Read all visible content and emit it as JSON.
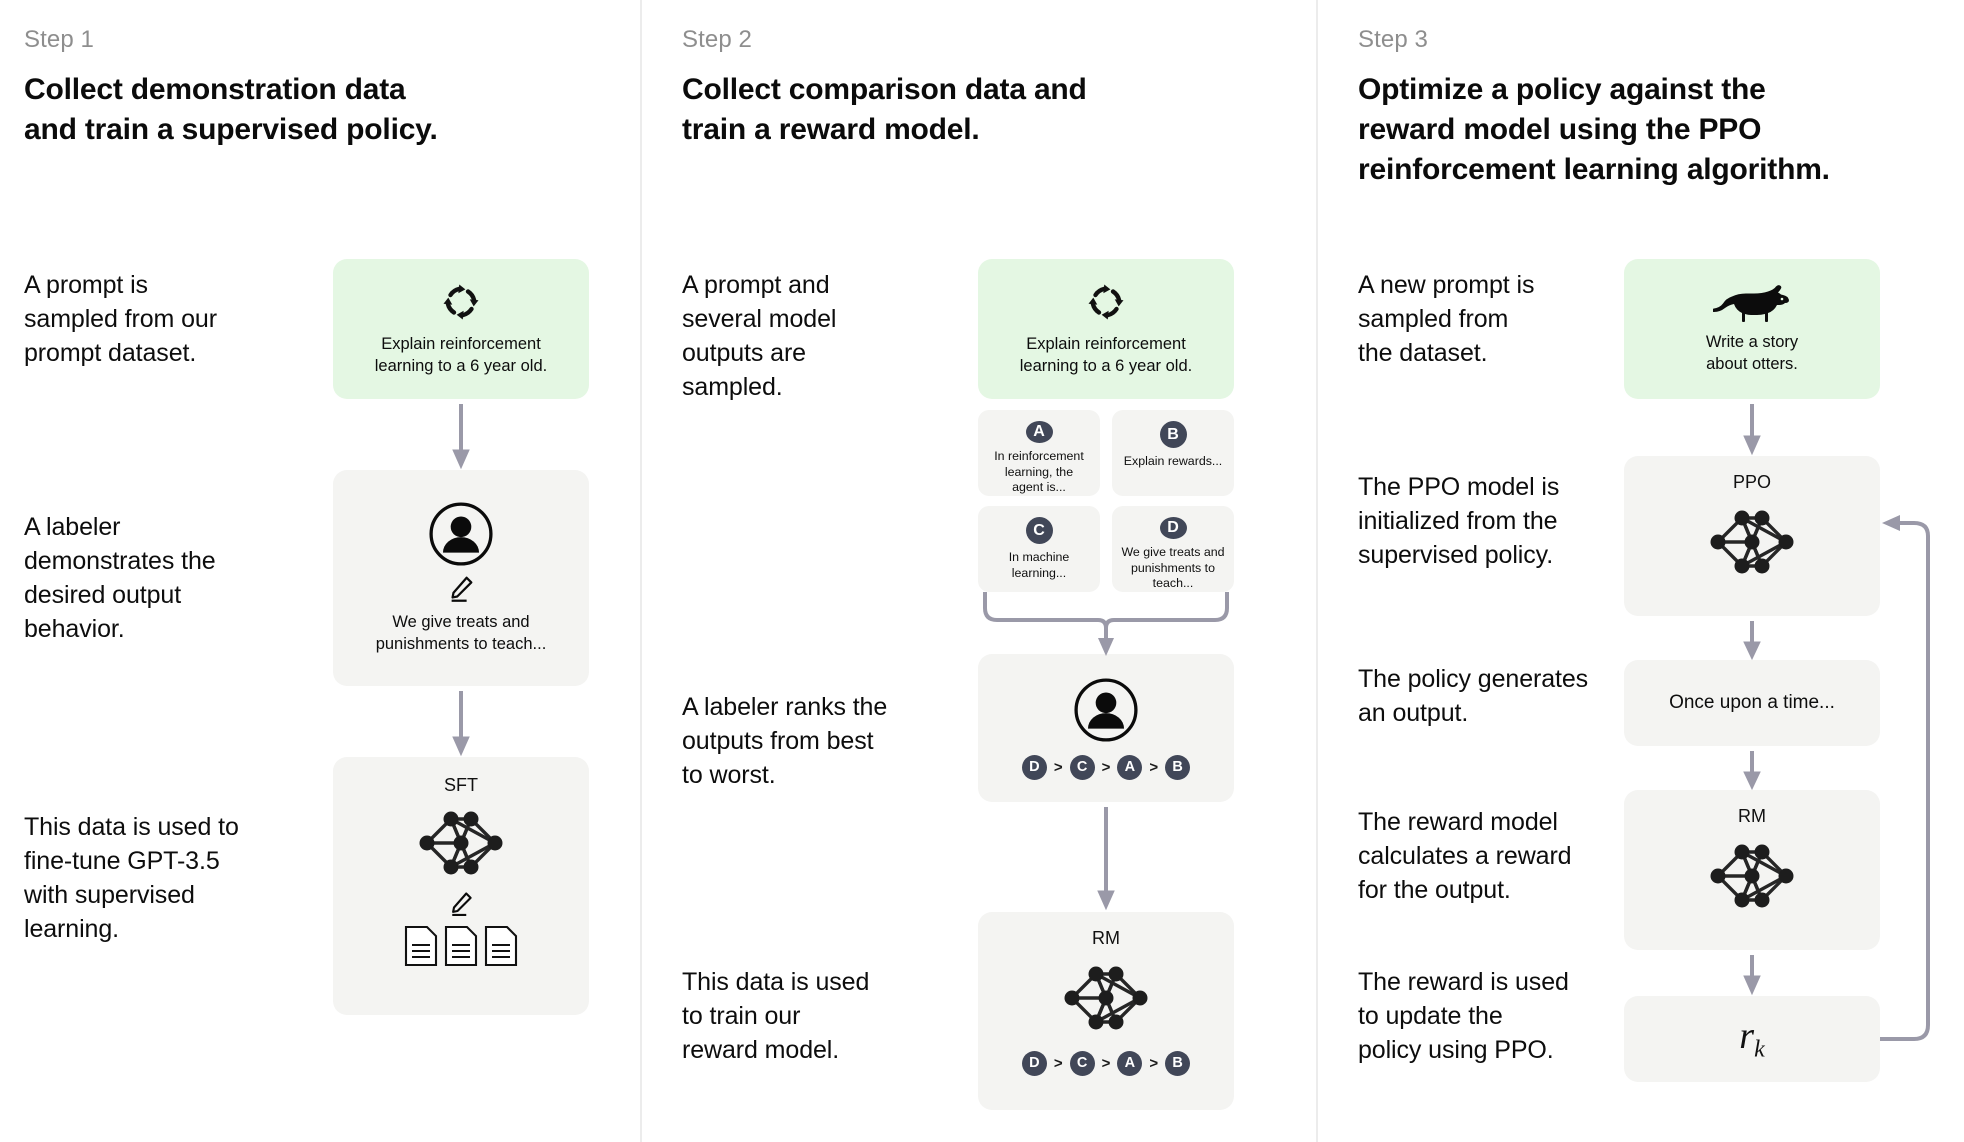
{
  "theme": {
    "prompt_card_bg": "#e4f7e3",
    "card_bg": "#f4f4f2",
    "badge_bg": "#414758",
    "arrow_color": "#9a99a8",
    "divider_color": "#ececec",
    "step_label_color": "#8e8e8e"
  },
  "steps": [
    {
      "label": "Step 1",
      "title": "Collect demonstration data\nand train a supervised policy.",
      "descriptions": [
        "A prompt is\nsampled from our\nprompt dataset.",
        "A labeler\ndemonstrates the\ndesired output\nbehavior.",
        "This data is used to\nfine-tune GPT-3.5\nwith supervised\nlearning."
      ],
      "prompt_card": {
        "icon": "refresh-icon",
        "text": "Explain reinforcement\nlearning to a 6 year old."
      },
      "labeler_card": {
        "icon": "person-icon",
        "sub_icon": "pencil-icon",
        "text": "We give treats and\npunishments to teach..."
      },
      "model_card": {
        "caption": "SFT",
        "icon": "neural-network-icon",
        "sub_icon": "pencil-icon",
        "docs_icon": "documents-icon",
        "doc_count": 3
      }
    },
    {
      "label": "Step 2",
      "title": "Collect comparison data and\ntrain a reward model.",
      "descriptions": [
        "A prompt and\nseveral model\noutputs are\nsampled.",
        "A labeler ranks the\noutputs from best\nto worst.",
        "This data is used\nto train our\nreward model."
      ],
      "prompt_card": {
        "icon": "refresh-icon",
        "text": "Explain reinforcement\nlearning to a 6 year old."
      },
      "options": [
        {
          "badge": "A",
          "text": "In reinforcement\nlearning, the\nagent is..."
        },
        {
          "badge": "B",
          "text": "Explain rewards..."
        },
        {
          "badge": "C",
          "text": "In machine\nlearning..."
        },
        {
          "badge": "D",
          "text": "We give treats and\npunishments to\nteach..."
        }
      ],
      "ranking_card": {
        "icon": "person-icon",
        "ranking": [
          "D",
          "C",
          "A",
          "B"
        ],
        "separator": ">"
      },
      "reward_model_card": {
        "caption": "RM",
        "icon": "neural-network-icon",
        "ranking": [
          "D",
          "C",
          "A",
          "B"
        ],
        "separator": ">"
      }
    },
    {
      "label": "Step 3",
      "title": "Optimize a policy against the\nreward model using the PPO\nreinforcement learning algorithm.",
      "descriptions": [
        "A new prompt is\nsampled from\nthe dataset.",
        "The PPO model is\ninitialized from the\nsupervised policy.",
        "The policy generates\nan output.",
        "The reward model\ncalculates a reward\nfor the output.",
        "The reward is used\nto update the\npolicy using PPO."
      ],
      "prompt_card": {
        "icon": "otter-icon",
        "text": "Write a story\nabout otters."
      },
      "ppo_card": {
        "caption": "PPO",
        "icon": "neural-network-icon"
      },
      "output_card": {
        "text": "Once upon a time..."
      },
      "rm_card": {
        "caption": "RM",
        "icon": "neural-network-icon"
      },
      "reward_card": {
        "symbol": "r",
        "subscript": "k"
      }
    }
  ]
}
